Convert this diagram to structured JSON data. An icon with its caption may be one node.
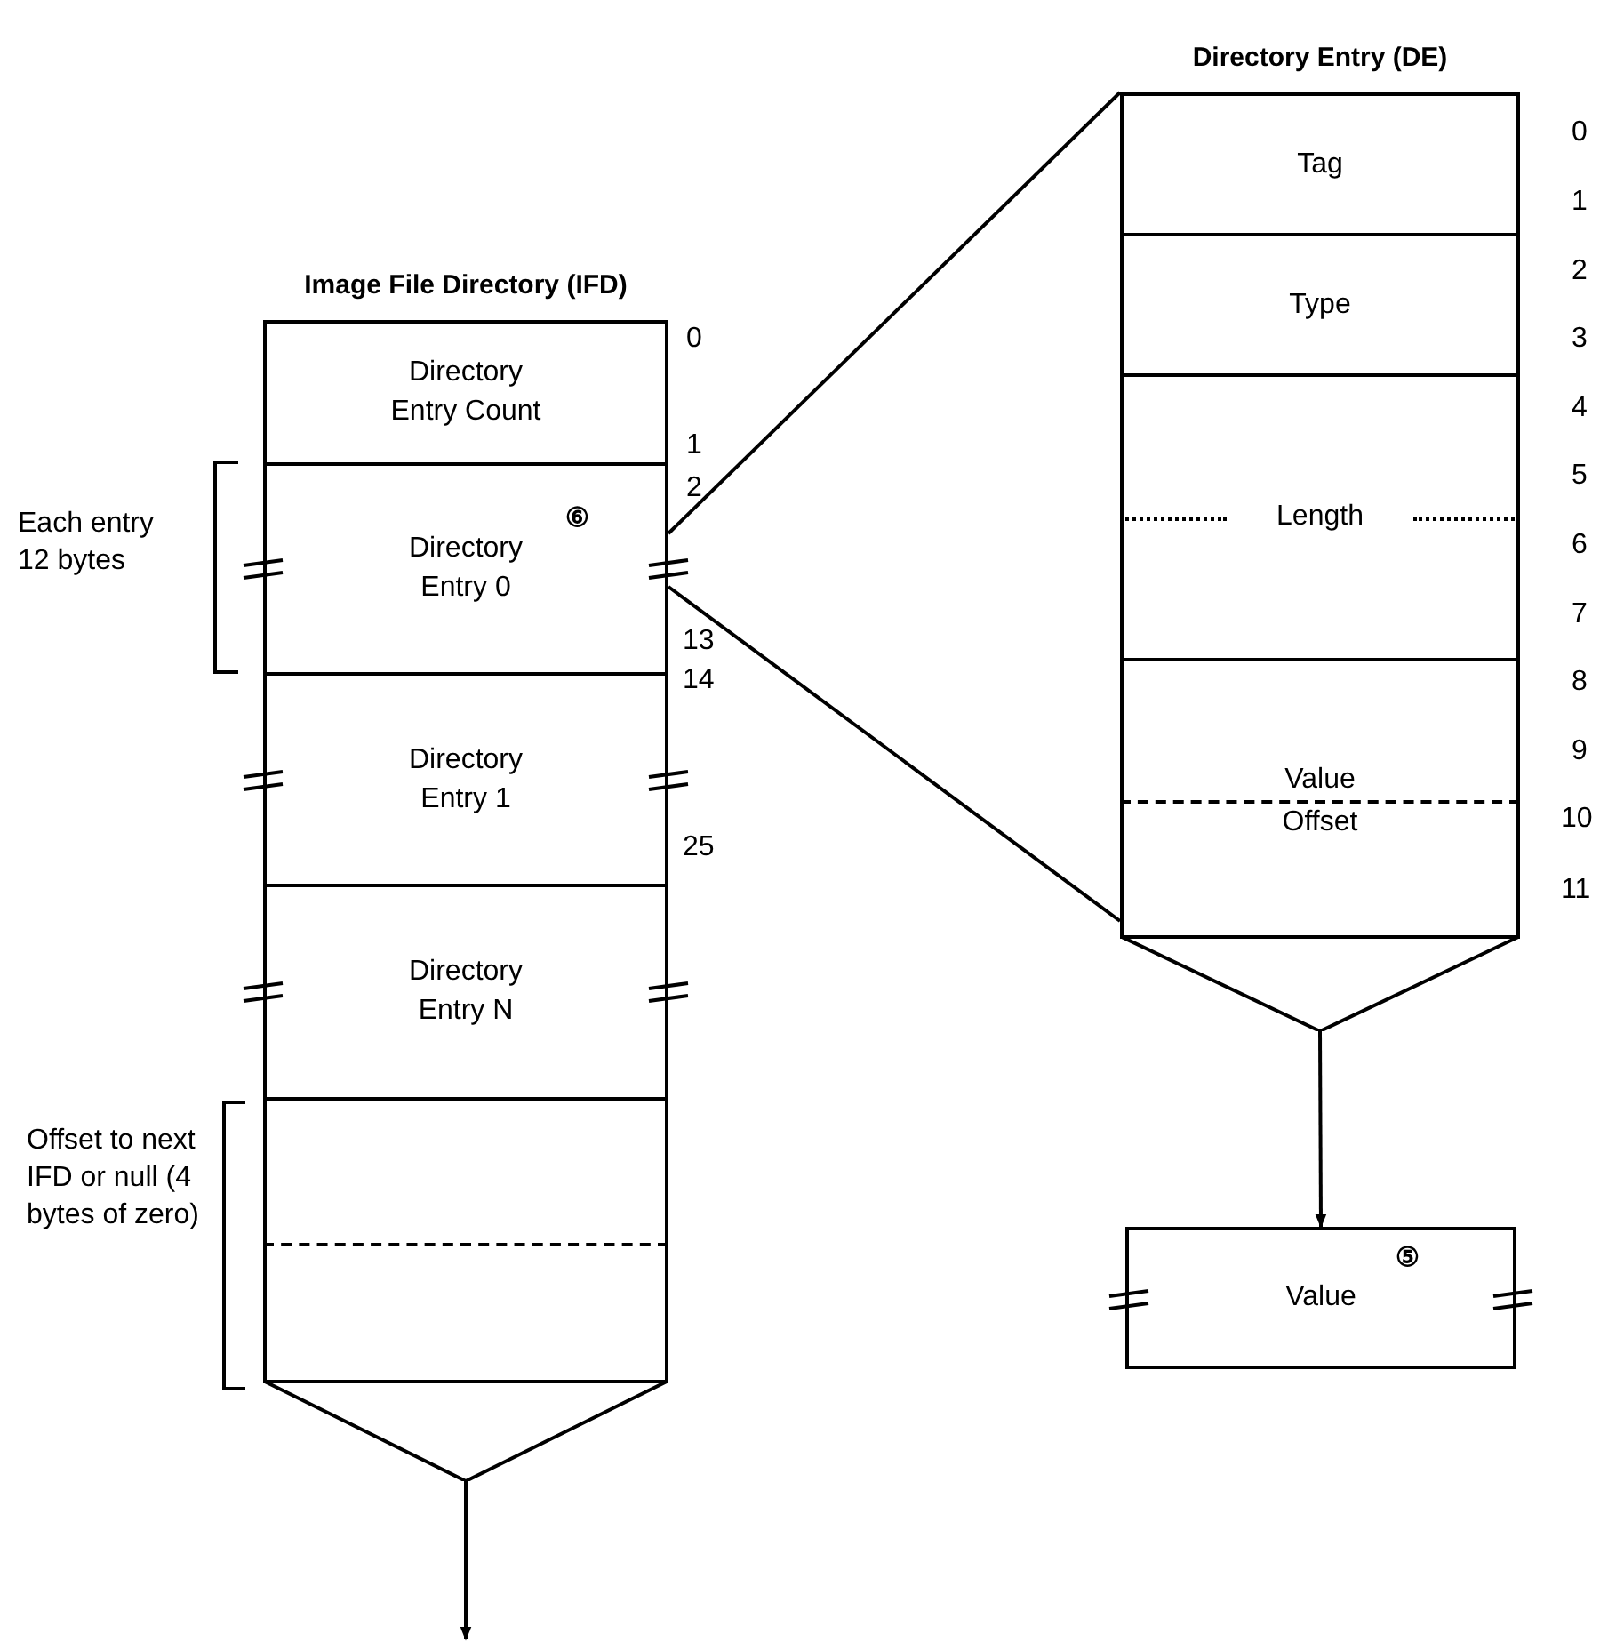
{
  "diagram": {
    "nodes": [
      {
        "text": [
          "Image File Directory (IFD)"
        ]
      },
      {
        "text": [
          "Directory Entry Count"
        ],
        "in": 0
      },
      {
        "text": [
          "Directory Entry 0",
          "⑥"
        ],
        "in": 0,
        "beside": [
          "Each entry 12 bytes"
        ]
      },
      {
        "text": [
          "Directory Entry 1"
        ],
        "in": 0
      },
      {
        "text": [
          "Directory Entry N"
        ],
        "in": 0
      },
      {
        "text": [],
        "shape": "box",
        "in": 0,
        "beside": [
          "Offset to next IFD or null (4 bytes of zero)"
        ]
      },
      {
        "text": [
          "Directory Entry (DE)"
        ]
      },
      {
        "text": [
          "Tag"
        ],
        "in": 6
      },
      {
        "text": [
          "Type"
        ],
        "in": 6
      },
      {
        "text": [
          "Length"
        ],
        "in": 6
      },
      {
        "text": [
          "Value",
          "Offset"
        ],
        "in": 6
      },
      {
        "text": [
          "Value",
          "⑤"
        ]
      }
    ],
    "edges": [
      {
        "from": 2,
        "to": 6,
        "arrow": "none"
      },
      {
        "from": 2,
        "to": 6,
        "arrow": "none"
      },
      {
        "from": 6,
        "to": 11,
        "arrow": "to"
      },
      {
        "from": 0,
        "to": null,
        "arrow": "to"
      }
    ],
    "labels": [
      "0",
      "1",
      "2",
      "13",
      "14",
      "25",
      "0",
      "1",
      "2",
      "3",
      "4",
      "5",
      "6",
      "7",
      "8",
      "9",
      "10",
      "11"
    ]
  }
}
